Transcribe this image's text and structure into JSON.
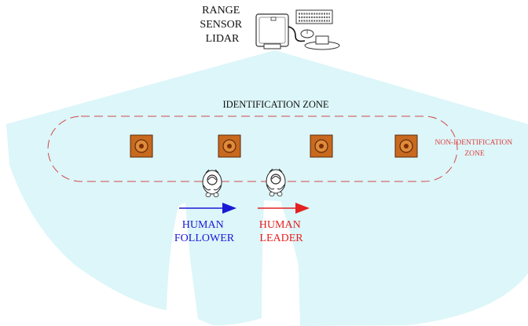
{
  "sensor": {
    "label_lines": [
      "RANGE",
      "SENSOR",
      "LIDAR"
    ]
  },
  "zones": {
    "identification": "IDENTIFICATION ZONE",
    "non_identification_lines": [
      "NON-IDENTIFICATION",
      "ZONE"
    ]
  },
  "follower": {
    "label_lines": [
      "HUMAN",
      "FOLLOWER"
    ]
  },
  "leader": {
    "label_lines": [
      "HUMAN",
      "LEADER"
    ]
  },
  "colors": {
    "scan_fill": "#dcf6f9",
    "zone_dash": "#d24a4a",
    "target_outer": "#c8691e",
    "target_inner": "#e08a3a",
    "target_center": "#7a2f08",
    "follower": "#1a1ad6",
    "leader": "#e42020",
    "text": "#111111"
  },
  "icons": {
    "sensor": "lidar-sensor-icon",
    "computer": "computer-icon",
    "target": "target-marker-icon",
    "human": "human-topview-icon"
  },
  "target_count": 4
}
